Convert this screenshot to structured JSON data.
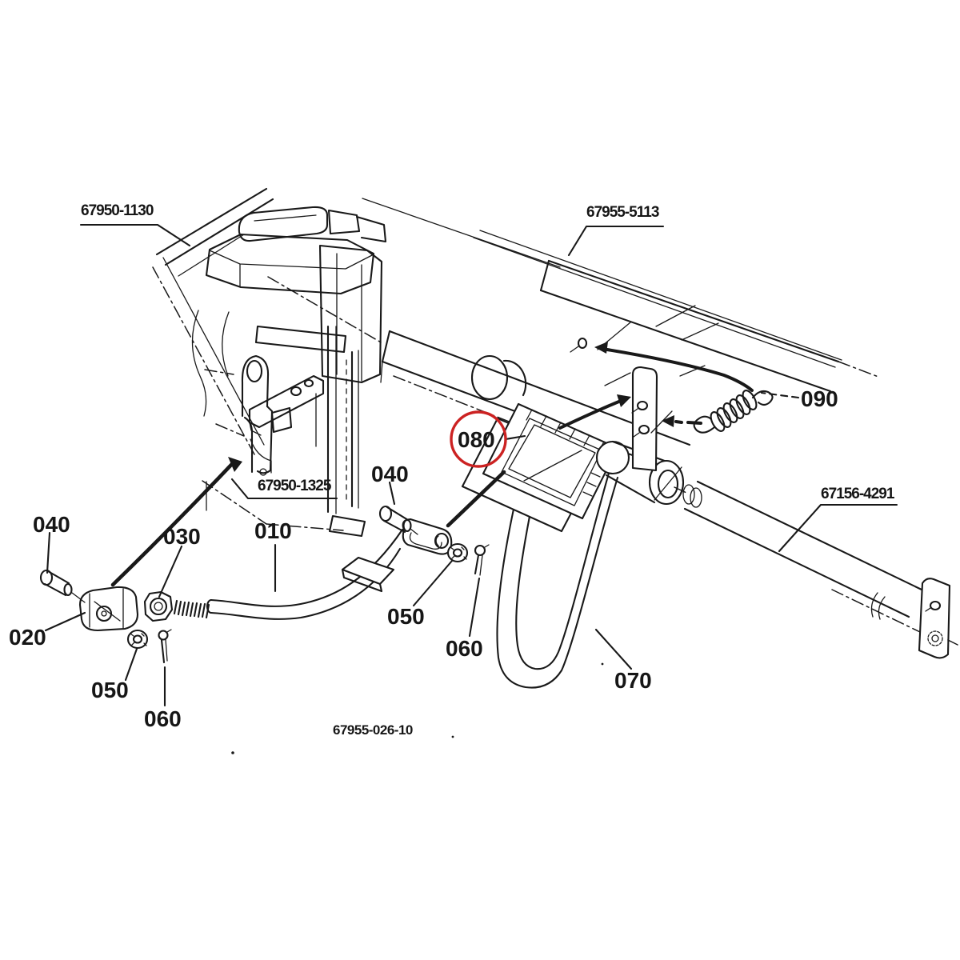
{
  "diagram": {
    "type": "exploded-parts-diagram",
    "drawing_number": "67955-026-10",
    "background_color": "#ffffff",
    "line_color": "#191919",
    "highlight_color": "#cc2222",
    "highlighted_ref": "080",
    "callouts": [
      {
        "ref": "010"
      },
      {
        "ref": "020"
      },
      {
        "ref": "030"
      },
      {
        "ref": "040",
        "instance": "left"
      },
      {
        "ref": "040",
        "instance": "center"
      },
      {
        "ref": "050",
        "instance": "left"
      },
      {
        "ref": "050",
        "instance": "center"
      },
      {
        "ref": "060",
        "instance": "left"
      },
      {
        "ref": "060",
        "instance": "center"
      },
      {
        "ref": "070"
      },
      {
        "ref": "080",
        "highlighted": true
      },
      {
        "ref": "090"
      }
    ],
    "part_numbers": [
      {
        "code": "67950-1130"
      },
      {
        "code": "67955-5113"
      },
      {
        "code": "67950-1325"
      },
      {
        "code": "67156-4291"
      }
    ]
  }
}
